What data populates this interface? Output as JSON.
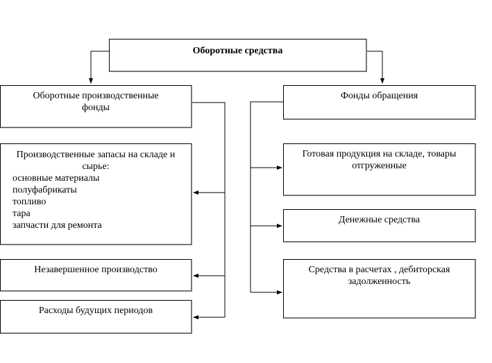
{
  "root": {
    "label": "Оборотные средства"
  },
  "left": {
    "production_funds": "Оборотные производственные фонды",
    "stocks": {
      "title": "Производственные запасы на складе и сырье:",
      "items": [
        "основные материалы",
        "полуфабрикаты",
        "топливо",
        "тара",
        "запчасти для ремонта"
      ]
    },
    "wip": "Незавершенное производство",
    "deferred": "Расходы будущих периодов"
  },
  "right": {
    "circulation_funds": "Фонды обращения",
    "finished_goods": "Готовая продукция на складе, товары отгруженные",
    "cash": "Денежные средства",
    "receivables": "Средства в расчетах , дебиторская задолженность"
  }
}
